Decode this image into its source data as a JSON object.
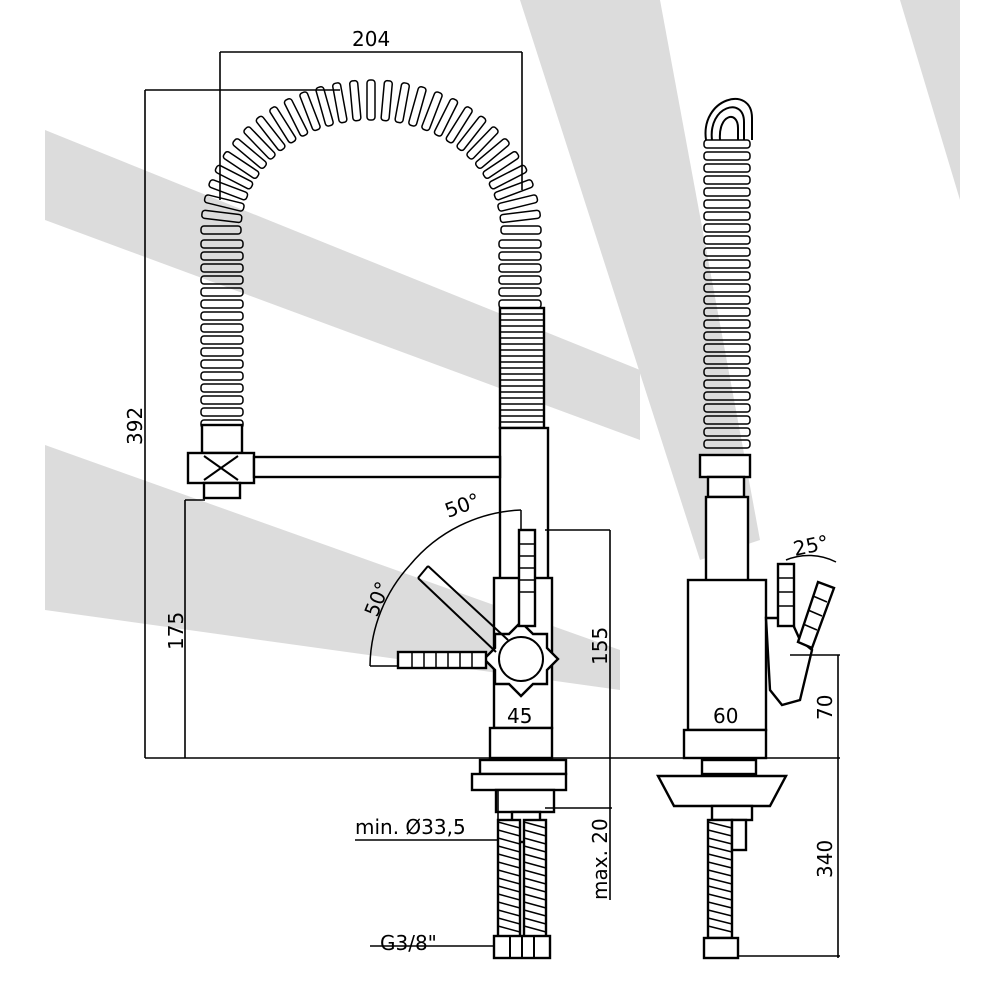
{
  "dimensions": {
    "width_204": "204",
    "height_392": "392",
    "height_175": "175",
    "height_155": "155",
    "width_45": "45",
    "width_60": "60",
    "height_70": "70",
    "height_340": "340",
    "angle_50_top": "50°",
    "angle_50_left": "50°",
    "angle_25": "25°",
    "max_20": "max. 20",
    "min_hole": "min. Ø33,5",
    "thread": "G3/8\""
  },
  "colors": {
    "line": "#000000",
    "background_rays": "#dcdcdc"
  }
}
